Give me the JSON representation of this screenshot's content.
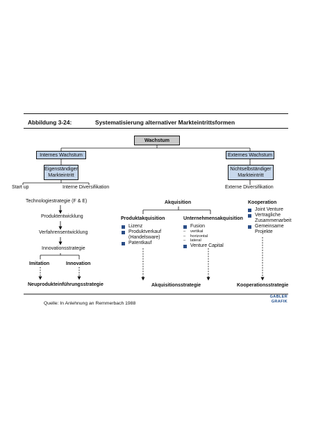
{
  "figure": {
    "number": "Abbildung 3-24:",
    "title": "Systematisierung alternativer Markteintrittsformen"
  },
  "nodes": {
    "root": "Wachstum",
    "internal": "Internes Wachstum",
    "external": "Externes Wachstum",
    "independent_line1": "Eigenständiger",
    "independent_line2": "Markteintritt",
    "dependent_line1": "Nichtselbständiger",
    "dependent_line2": "Markteintritt",
    "start_up": "Start up",
    "internal_div": "Interne Diversifikation",
    "external_div": "Externe Diversifikation",
    "tech_strategy": "Technologiestrategie (F & E)",
    "product_dev": "Produktentwicklung",
    "process_dev": "Verfahrensentwicklung",
    "innovation_strategy": "Innovationsstrategie",
    "imitation": "Imitation",
    "innovation": "Innovation",
    "acquisition": "Akquisition",
    "product_acq": "Produktakquisition",
    "company_acq": "Unternehmensakquisition",
    "cooperation": "Kooperation"
  },
  "lists": {
    "product_acq": [
      "Lizenz",
      "Produktverkauf",
      "(Handelsware)",
      "Patentkauf"
    ],
    "company_acq_fusion": "Fusion",
    "company_acq_sub": [
      "vertikal",
      "horizontal",
      "lateral"
    ],
    "company_acq_vc": "Venture Capital",
    "cooperation": [
      "Joint Venture",
      "Vertragliche",
      "Zusammenarbeit",
      "Gemeinsame",
      "Projekte"
    ]
  },
  "strategies": {
    "new_product": "Neuprodukteinführungsstrategie",
    "acquisition": "Akquisitionsstrategie",
    "cooperation": "Kooperationsstrategie"
  },
  "source": "Quelle: In Anlehnung an Remmerbach 1988",
  "logo": {
    "line1": "GABLER",
    "line2": "GRAFIK"
  },
  "colors": {
    "root_box": "#c9c9c9",
    "level_box": "#bccfe6",
    "bullet": "#2a4d86",
    "logo": "#1f4e8c"
  }
}
